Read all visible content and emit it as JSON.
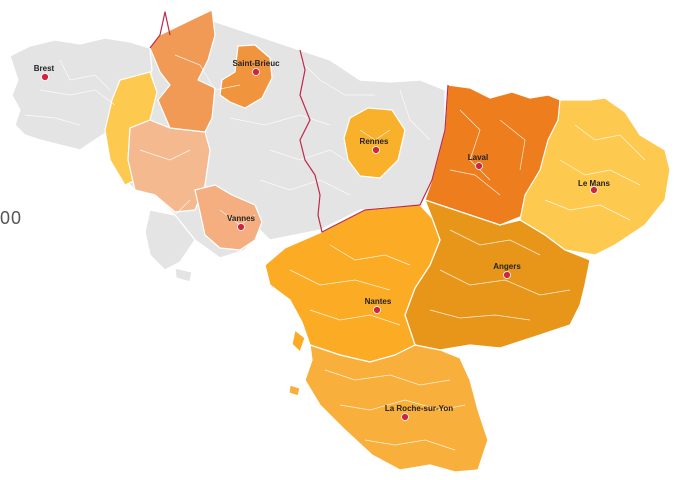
{
  "legend": {
    "fragment": "00"
  },
  "colors": {
    "no_data": "#e4e4e4",
    "city_dot": "#d0233f",
    "region_border": "#c0284a",
    "finistere_west": "#fdc94f",
    "finistere_east": "#f5b98f",
    "cotes_armor_west": "#f09a55",
    "saint_brieuc": "#f0953d",
    "rennes": "#f9b12b",
    "vannes": "#f4ae7f",
    "laval": "#ee7d1e",
    "le_mans": "#fdc94f",
    "angers": "#e8961a",
    "nantes": "#fbab24",
    "la_roche": "#f9af3b"
  },
  "cities": [
    {
      "name": "Brest",
      "icon": "city-dot"
    },
    {
      "name": "Saint-Brieuc",
      "icon": "city-dot"
    },
    {
      "name": "Rennes",
      "icon": "city-dot"
    },
    {
      "name": "Vannes",
      "icon": "city-dot"
    },
    {
      "name": "Laval",
      "icon": "city-dot"
    },
    {
      "name": "Le Mans",
      "icon": "city-dot"
    },
    {
      "name": "Angers",
      "icon": "city-dot"
    },
    {
      "name": "Nantes",
      "icon": "city-dot"
    },
    {
      "name": "La Roche-sur-Yon",
      "icon": "city-dot"
    }
  ]
}
